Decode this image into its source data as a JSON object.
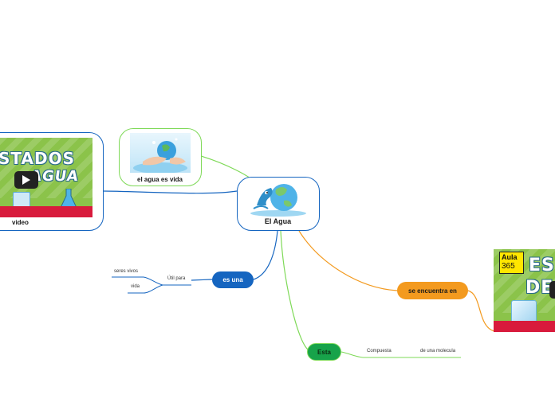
{
  "colors": {
    "blue": "#1565c0",
    "green": "#7ed957",
    "orange": "#f39a1f",
    "dark_green": "#17a34a",
    "thumb_green": "#8bc34a",
    "thumb_red": "#d81b3c"
  },
  "central": {
    "label": "El Agua",
    "icon": "earth-water-icon"
  },
  "nodes": {
    "water_life": {
      "label": "el agua es vida",
      "icon": "hands-water-globe-icon"
    },
    "video": {
      "label": "video",
      "icon": "play-icon",
      "thumb_text_1": "STADOS",
      "thumb_text_2": "AGUA"
    },
    "es_una": {
      "label": "es una"
    },
    "util_para": {
      "label": "Útil para"
    },
    "seres_vivos": {
      "label": "seres vivos"
    },
    "vida": {
      "label": "vida"
    },
    "esta": {
      "label": "Esta"
    },
    "compuesta": {
      "label": "Compuesta"
    },
    "molecula": {
      "label": "de una molecula"
    },
    "se_encuentra": {
      "label": "se encuentra en"
    },
    "aula_card": {
      "logo_1": "Aula",
      "logo_2": "365",
      "thumb_text_1": "ES",
      "thumb_text_2": "DE"
    }
  }
}
